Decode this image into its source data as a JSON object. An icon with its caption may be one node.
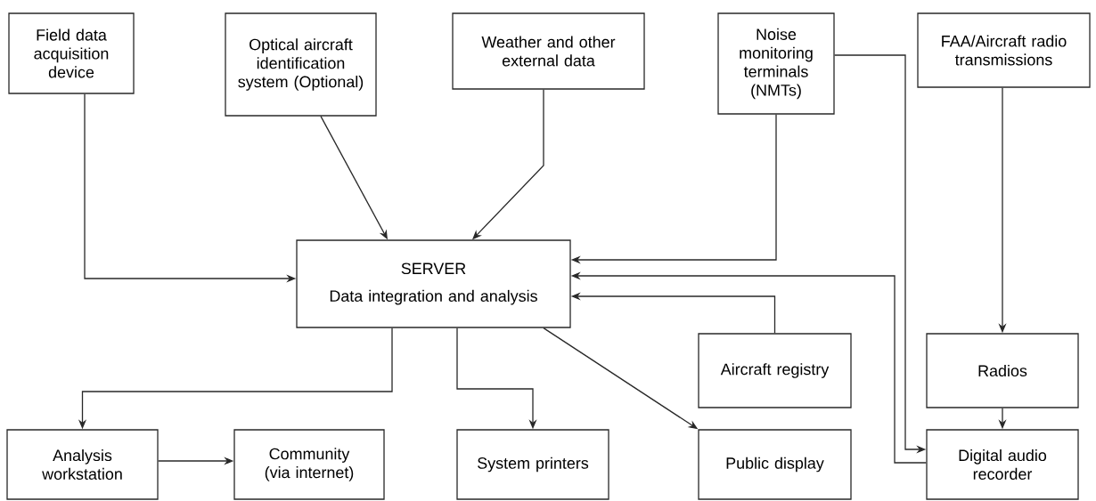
{
  "diagram": {
    "nodes": [
      {
        "text": [
          "Field data acquisition device"
        ]
      },
      {
        "text": [
          "Optical aircraft identification system (Optional)"
        ]
      },
      {
        "text": [
          "Weather and other external data"
        ]
      },
      {
        "text": [
          "Noise monitoring terminals (NMTs)"
        ]
      },
      {
        "text": [
          "FAA/Aircraft radio transmissions"
        ]
      },
      {
        "text": [
          "SERVER",
          "Data integration and analysis"
        ]
      },
      {
        "text": [
          "Aircraft registry"
        ]
      },
      {
        "text": [
          "Radios"
        ]
      },
      {
        "text": [
          "Analysis workstation"
        ]
      },
      {
        "text": [
          "Community (via internet)"
        ]
      },
      {
        "text": [
          "System printers"
        ]
      },
      {
        "text": [
          "Public display"
        ]
      },
      {
        "text": [
          "Digital audio recorder"
        ]
      }
    ],
    "edges": [
      {
        "from": 0,
        "to": 5,
        "arrow": "to"
      },
      {
        "from": 1,
        "to": 5,
        "arrow": "to"
      },
      {
        "from": 2,
        "to": 5,
        "arrow": "to"
      },
      {
        "from": 3,
        "to": 5,
        "arrow": "to"
      },
      {
        "from": 12,
        "to": 5,
        "arrow": "to"
      },
      {
        "from": 6,
        "to": 5,
        "arrow": "to"
      },
      {
        "from": 3,
        "to": 12,
        "arrow": "to"
      },
      {
        "from": 4,
        "to": 7,
        "arrow": "to"
      },
      {
        "from": 7,
        "to": 12,
        "arrow": "to"
      },
      {
        "from": 5,
        "to": 8,
        "arrow": "to"
      },
      {
        "from": 8,
        "to": 9,
        "arrow": "to"
      },
      {
        "from": 5,
        "to": 10,
        "arrow": "to"
      },
      {
        "from": 5,
        "to": 11,
        "arrow": "to"
      }
    ]
  }
}
